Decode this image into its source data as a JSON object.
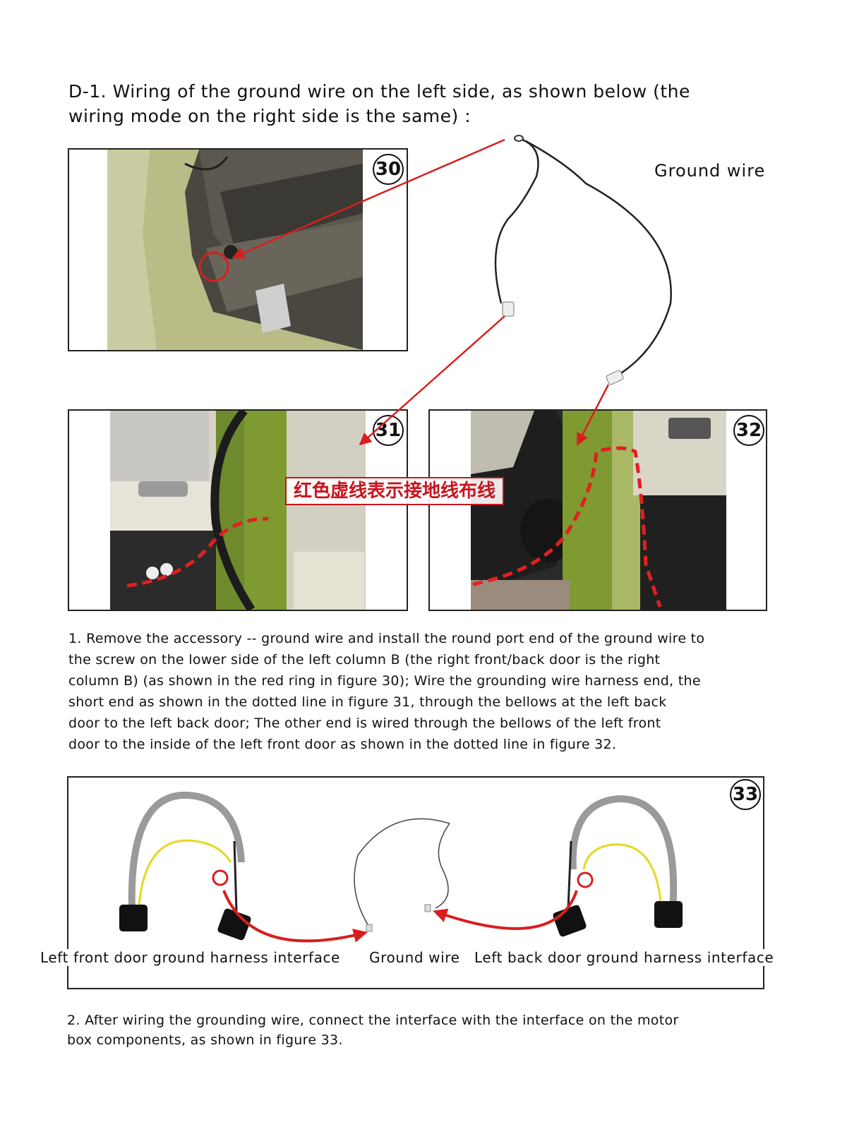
{
  "section": {
    "heading_line1": "D-1. Wiring of the ground wire on the left side, as shown below (the",
    "heading_line2": "wiring mode on the right side is the same) :"
  },
  "figures": {
    "ground_wire_label": "Ground wire",
    "fig30": "30",
    "fig31": "31",
    "fig32": "32",
    "fig33": "33",
    "chinese_label": "红色虚线表示接地线布线"
  },
  "instructions": {
    "step1_lines": [
      "1. Remove the accessory -- ground wire and install the round port end of the ground wire to",
      "the screw on the lower side of the left column B (the right front/back door is the right",
      "column B) (as shown in the red ring in figure 30); Wire the grounding wire harness end, the",
      "short end as shown in the dotted line in figure 31, through the bellows at the left back",
      "door to the left back door; The other end is wired through the bellows of the left front",
      "door to the inside of the left front door as shown in the dotted line in figure 32."
    ],
    "step2_lines": [
      "2. After wiring the grounding wire, connect the interface with the interface on the motor",
      "box components, as shown in figure 33."
    ]
  },
  "figure33_captions": {
    "left": "Left front door ground harness interface",
    "middle": "Ground wire",
    "right": "Left back door ground harness interface"
  },
  "colors": {
    "accent_red": "#d81e1e",
    "frame": "#222222"
  }
}
